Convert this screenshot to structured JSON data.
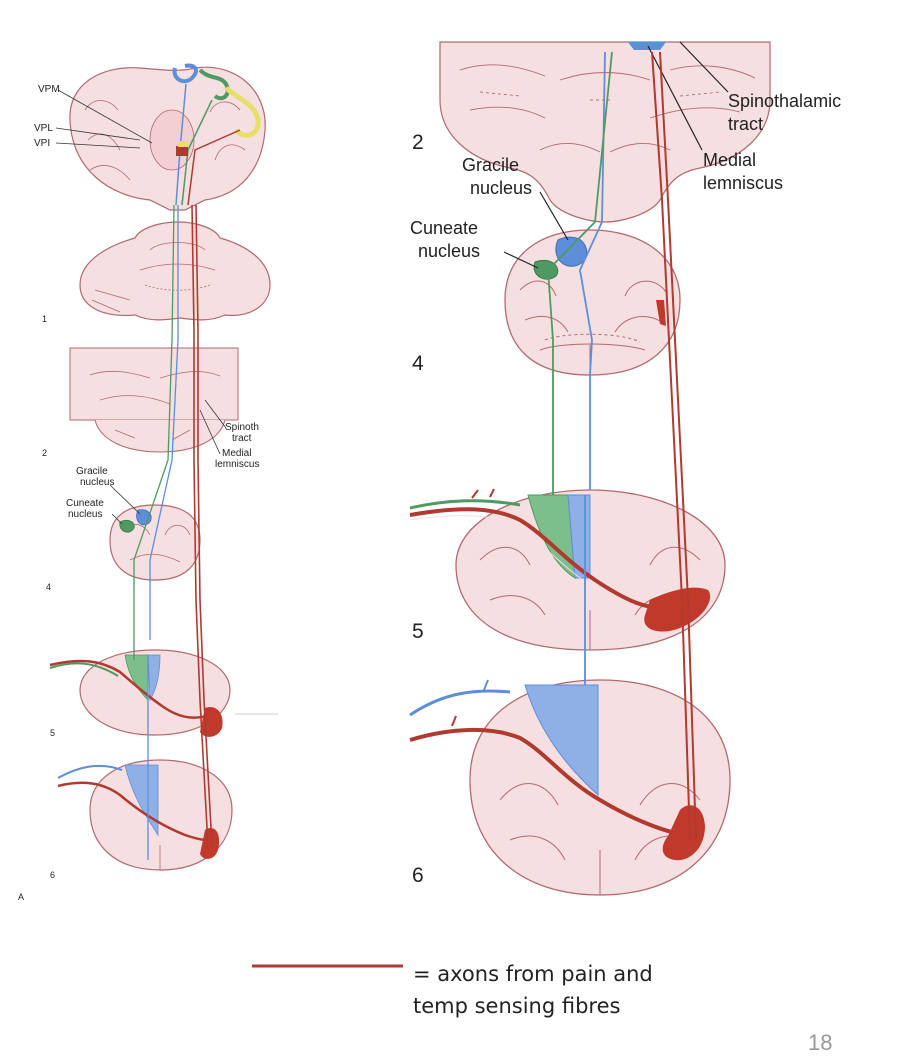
{
  "left_panel": {
    "panel_letter": "A",
    "thalamus_labels": [
      "VPM",
      "VPL",
      "VPI"
    ],
    "section_numbers": [
      "1",
      "2",
      "4",
      "5",
      "6"
    ],
    "tract_labels": {
      "spinothalamic": [
        "Spinoth",
        "tract"
      ],
      "medial_lemniscus": [
        "Medial",
        "lemniscus"
      ],
      "gracile": [
        "Gracile",
        "nucleus"
      ],
      "cuneate": [
        "Cuneate",
        "nucleus"
      ]
    }
  },
  "right_panel": {
    "section_numbers": [
      "2",
      "4",
      "5",
      "6"
    ],
    "tract_labels": {
      "spinothalamic": [
        "Spinothalamic",
        "tract"
      ],
      "medial_lemniscus": [
        "Medial",
        "lemniscus"
      ],
      "gracile": [
        "Gracile",
        "nucleus"
      ],
      "cuneate": [
        "Cuneate",
        "nucleus"
      ]
    }
  },
  "legend": {
    "line_color": "#b03a30",
    "text_line1": "= axons  from pain and",
    "text_line2": "temp sensing fibres"
  },
  "colors": {
    "tissue_fill": "#f6dfe0",
    "tissue_outline": "#b06a70",
    "pain_tract": "#b03a30",
    "gracile_blue": "#5e8ed8",
    "cuneate_green": "#4f9a62",
    "cortex_yellow": "#e8df6a"
  },
  "page_number": "18"
}
